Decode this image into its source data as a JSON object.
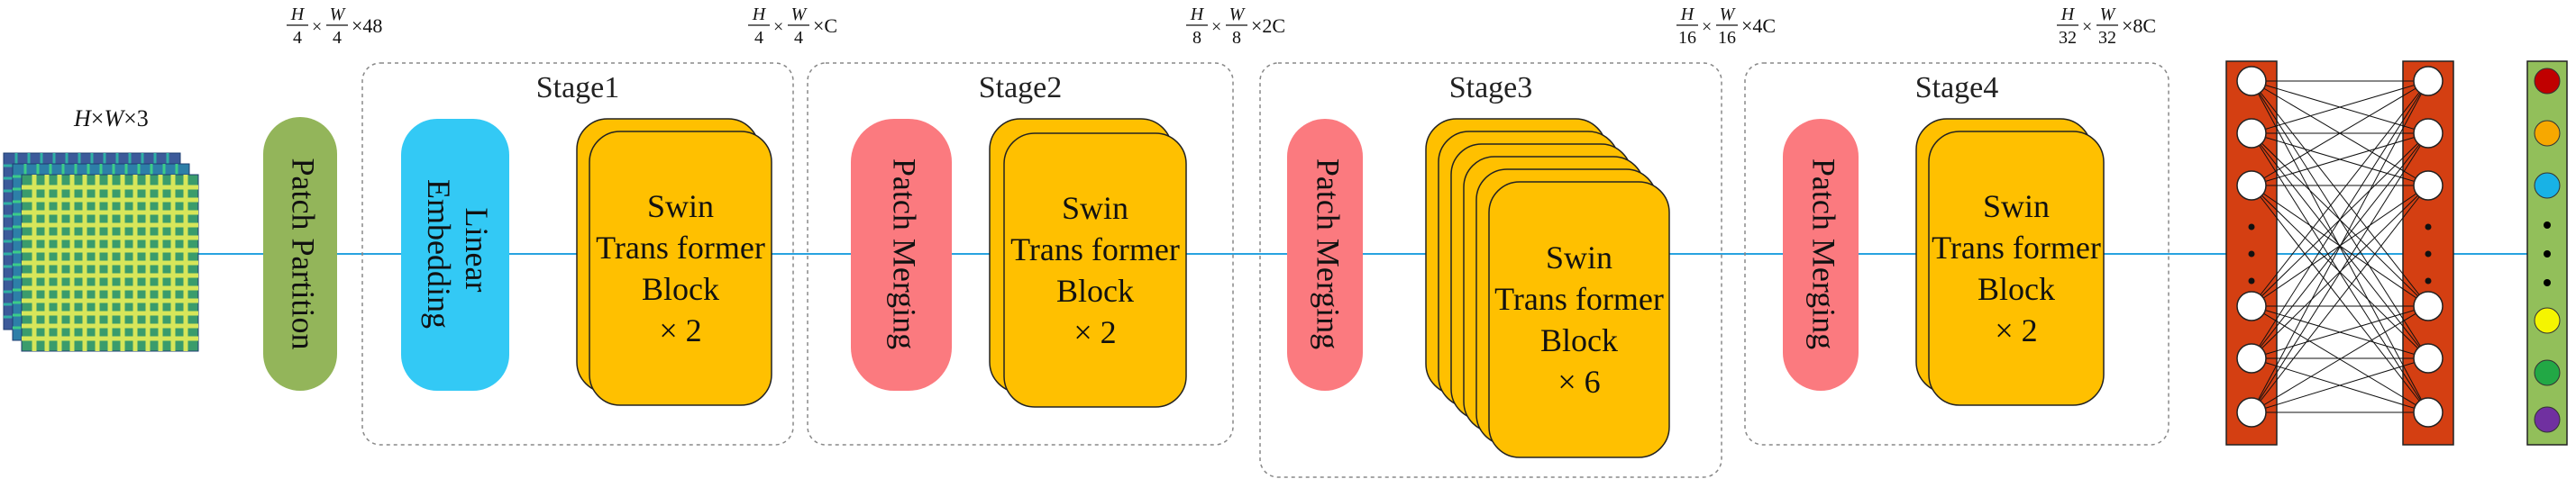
{
  "input": {
    "label_var1": "H",
    "label_times1": "×",
    "label_var2": "W",
    "label_times2": "×",
    "label_num": "3"
  },
  "dims": [
    {
      "num": "H",
      "den": "4",
      "num2": "W",
      "den2": "4",
      "suffix": "×48"
    },
    {
      "num": "H",
      "den": "4",
      "num2": "W",
      "den2": "4",
      "suffix": "×C"
    },
    {
      "num": "H",
      "den": "8",
      "num2": "W",
      "den2": "8",
      "suffix": "×2C"
    },
    {
      "num": "H",
      "den": "16",
      "num2": "W",
      "den2": "16",
      "suffix": "×4C"
    },
    {
      "num": "H",
      "den": "32",
      "num2": "W",
      "den2": "32",
      "suffix": "×8C"
    }
  ],
  "patch_partition": "Patch Partition",
  "stages": [
    {
      "title": "Stage1",
      "side_label_1": "Linear",
      "side_label_2": "Embedding",
      "block_lines": [
        "Swin",
        "Trans former",
        "Block",
        "× 2"
      ]
    },
    {
      "title": "Stage2",
      "side_label_1": "Patch Merging",
      "block_lines": [
        "Swin",
        "Trans former",
        "Block",
        "× 2"
      ]
    },
    {
      "title": "Stage3",
      "side_label_1": "Patch Merging",
      "block_lines": [
        "Swin",
        "Trans former",
        "Block",
        "× 6"
      ]
    },
    {
      "title": "Stage4",
      "side_label_1": "Patch Merging",
      "block_lines": [
        "Swin",
        "Trans former",
        "Block",
        "× 2"
      ]
    }
  ],
  "colors": {
    "line": "#29a3e0",
    "patch_partition": "#93b55a",
    "linear_embedding": "#33c9f5",
    "patch_merging": "#fb7a7f",
    "swin_block": "#ffc000",
    "fc_bar": "#d43f12",
    "output_bar": "#92bf5a"
  },
  "outputs": [
    "#c00000",
    "#f7a800",
    "#18b2e6",
    "#000000",
    "#000000",
    "#000000",
    "#f5f500",
    "#22a845",
    "#7030a0"
  ]
}
